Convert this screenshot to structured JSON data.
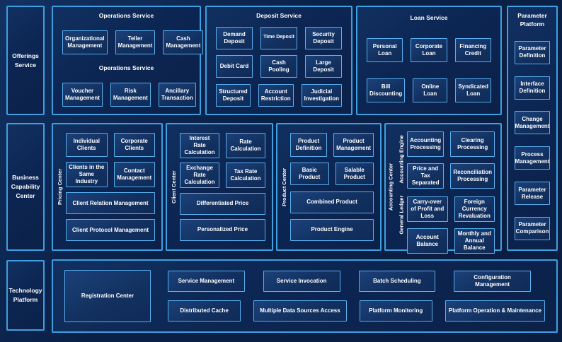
{
  "colors": {
    "page_background": "#0A1E42",
    "panel_background": "#0C2552",
    "panel_border": "#3F9FE0",
    "box_background": "#14366C",
    "box_border": "#58AFEF",
    "text": "#FFFFFF"
  },
  "left_rail": {
    "offerings": "Offerings Service",
    "business": "Business Capability Center",
    "technology": "Technology Platform"
  },
  "operations": {
    "title": "Operations Service",
    "mid_label": "Operations Service",
    "cells": [
      "Organizational Management",
      "Teller Management",
      "Cash Management",
      "Voucher Management",
      "Risk Management",
      "Ancillary Transaction"
    ]
  },
  "deposit": {
    "title": "Deposit Service",
    "cells": [
      "Demand Deposit",
      "Time Deposit",
      "Security Deposit",
      "Debit Card",
      "Cash Pooling",
      "Large Deposit",
      "Structured Deposit",
      "Account Restriction",
      "Judicial Investigation"
    ]
  },
  "loan": {
    "title": "Loan Service",
    "cells": [
      "Personal Loan",
      "Corporate Loan",
      "Financing Credit",
      "Bill Discounting",
      "Online Loan",
      "Syndicated Loan"
    ]
  },
  "parameter": {
    "title": "Parameter Platform",
    "cells": [
      "Parameter Definition",
      "Interface Definition",
      "Change Management",
      "Process Management",
      "Parameter Release",
      "Parameter Comparison"
    ]
  },
  "pricing": {
    "side_label": "Pricing Center",
    "cells": [
      "Individual Clients",
      "Corporate Clients",
      "Clients in the Same Industry",
      "Contact Management"
    ],
    "wide_cells": [
      "Client Relation Management",
      "Client Protocol Management"
    ]
  },
  "client": {
    "side_label": "Client Center",
    "cells": [
      "Interest Rate Calculation",
      "Rate Calculation",
      "Exchange Rate Calculation",
      "Tax Rate Calculation"
    ],
    "wide_cells": [
      "Differentiated Price",
      "Personalized Price"
    ]
  },
  "product": {
    "side_label": "Product Center",
    "cells": [
      "Product Definition",
      "Product Management",
      "Basic Product",
      "Salable Product"
    ],
    "wide_cells": [
      "Combined Product",
      "Product Engine"
    ]
  },
  "accounting": {
    "side_label": "Accounting Center",
    "engine_label": "Accounting Engine",
    "ledger_label": "General Ledger",
    "engine_cells": [
      "Accounting Processing",
      "Clearing Processing",
      "Price and Tax Separated",
      "Reconciliation Processing"
    ],
    "ledger_cells": [
      "Carry-over of Profit and Loss",
      "Foreign Currency Revaluation",
      "Account Balance",
      "Monthly and Annual Balance"
    ]
  },
  "technology": {
    "registration": "Registration Center",
    "row1": [
      "Service Management",
      "Service Invocation",
      "Batch Scheduling",
      "Configuration Management"
    ],
    "row2": [
      "Distributed Cache",
      "Multiple Data Sources Access",
      "Platform Monitoring",
      "Platform Operation & Maintenance"
    ]
  }
}
